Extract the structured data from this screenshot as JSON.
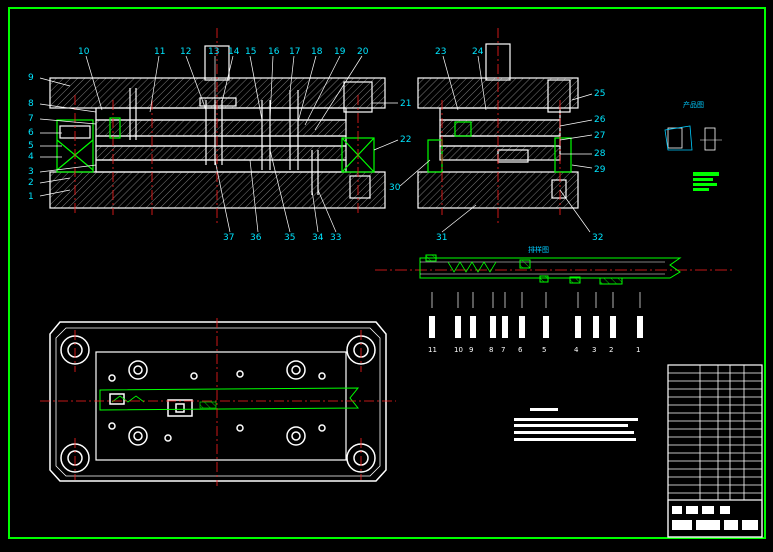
{
  "drawing": {
    "front_view_labels": [
      "1",
      "2",
      "3",
      "4",
      "5",
      "6",
      "7",
      "8",
      "9",
      "10",
      "11",
      "12",
      "13",
      "14",
      "15",
      "16",
      "17",
      "18",
      "19",
      "20"
    ],
    "side_view_labels": [
      "23",
      "24",
      "25",
      "26",
      "27",
      "28",
      "29",
      "30",
      "31",
      "32",
      "21",
      "22"
    ],
    "bottom_labels": [
      "37",
      "36",
      "35",
      "34",
      "33"
    ],
    "strip_title": "排样图",
    "strip_station_numbers": [
      "11",
      "10",
      "9",
      "8",
      "7",
      "6",
      "5",
      "4",
      "3",
      "2",
      "1"
    ],
    "workpiece_title": "产品图"
  },
  "colors": {
    "frame": "#00ff00",
    "outline": "#ffffff",
    "annotation": "#00e5ff",
    "centerline": "#ff2020",
    "accent": "#00ff00",
    "hatch": "#8a8a8a"
  }
}
